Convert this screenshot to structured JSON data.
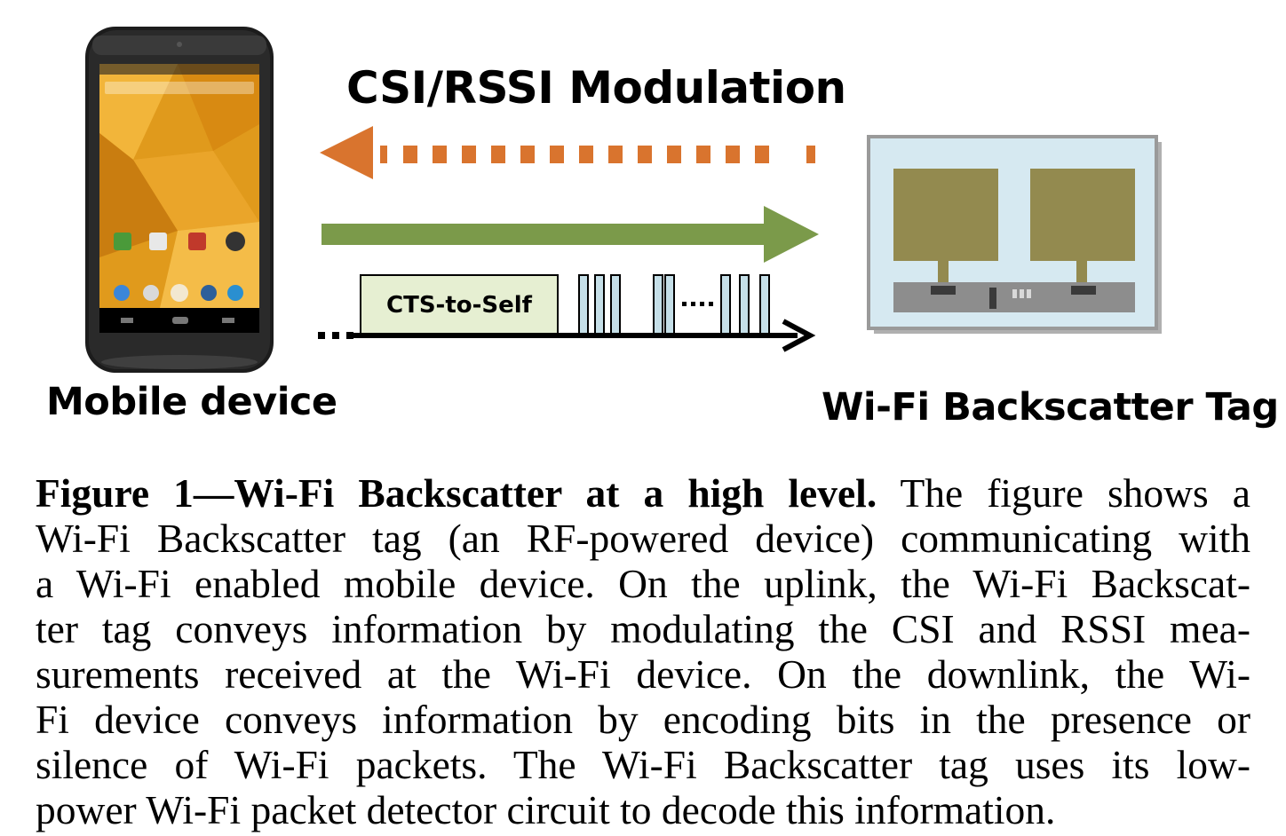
{
  "figure": {
    "uplink_label": "CSI/RSSI Modulation",
    "cts_label": "CTS-to-Self",
    "mobile_label": "Mobile device",
    "tag_label": "Wi-Fi Backscatter Tag",
    "colors": {
      "uplink_arrow": "#d9742e",
      "downlink_arrow": "#7b9a4a",
      "cts_box": "#e6efd2",
      "packet": "#c5dfe8",
      "tag_board": "#d6e9f1",
      "antenna": "#938a4f",
      "tag_strip": "#8d8d8d"
    }
  },
  "caption": {
    "lead": "Figure 1—Wi-Fi Backscatter at a high level.",
    "lines": [
      " The figure shows a",
      "Wi-Fi Backscatter tag (an RF-powered device) communicating with",
      "a Wi-Fi enabled mobile device. On the uplink, the Wi-Fi Backscat-",
      "ter tag conveys information by modulating the CSI and RSSI mea-",
      "surements received at the Wi-Fi device. On the downlink, the Wi-",
      "Fi device conveys information by encoding bits in the presence or",
      "silence of Wi-Fi packets. The Wi-Fi Backscatter tag uses its low-",
      "power Wi-Fi packet detector circuit to decode this information."
    ]
  }
}
